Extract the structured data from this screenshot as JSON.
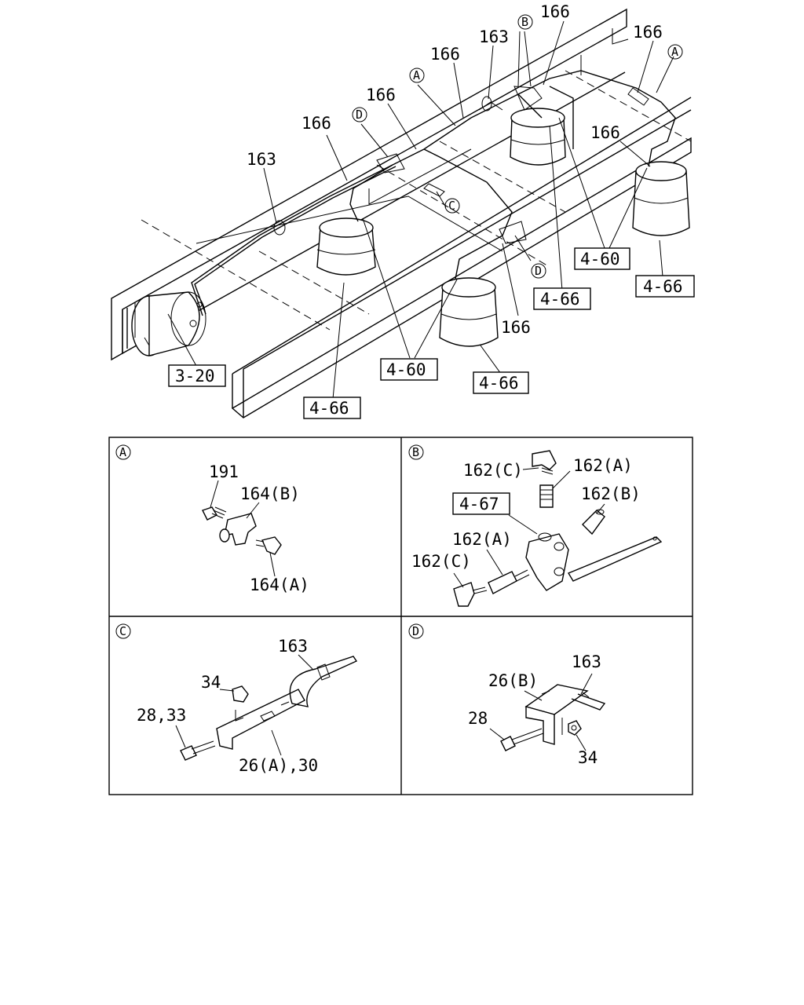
{
  "main_view": {
    "labels": {
      "l166_a": "166",
      "l166_b": "166",
      "l166_c": "166",
      "l166_d": "166",
      "l166_e": "166",
      "l166_f": "166",
      "l166_g": "166",
      "l163_a": "163",
      "l163_b": "163",
      "ref_4_60_a": "4-60",
      "ref_4_60_b": "4-60",
      "ref_4_66_a": "4-66",
      "ref_4_66_b": "4-66",
      "ref_4_66_c": "4-66",
      "ref_4_66_d": "4-66",
      "ref_3_20": "3-20"
    },
    "markers": {
      "a1": "A",
      "a2": "A",
      "b": "B",
      "c": "C",
      "d1": "D",
      "d2": "D"
    }
  },
  "detail_a": {
    "marker": "A",
    "labels": {
      "p191": "191",
      "p164b": "164(B)",
      "p164a": "164(A)"
    }
  },
  "detail_b": {
    "marker": "B",
    "labels": {
      "p162c_top": "162(C)",
      "p162a_top": "162(A)",
      "ref_4_67": "4-67",
      "p162b": "162(B)",
      "p162a_mid": "162(A)",
      "p162c_left": "162(C)"
    }
  },
  "detail_c": {
    "marker": "C",
    "labels": {
      "p163": "163",
      "p34": "34",
      "p28_33": "28,33",
      "p26a_30": "26(A),30"
    }
  },
  "detail_d": {
    "marker": "D",
    "labels": {
      "p163": "163",
      "p26b": "26(B)",
      "p28": "28",
      "p34": "34"
    }
  }
}
